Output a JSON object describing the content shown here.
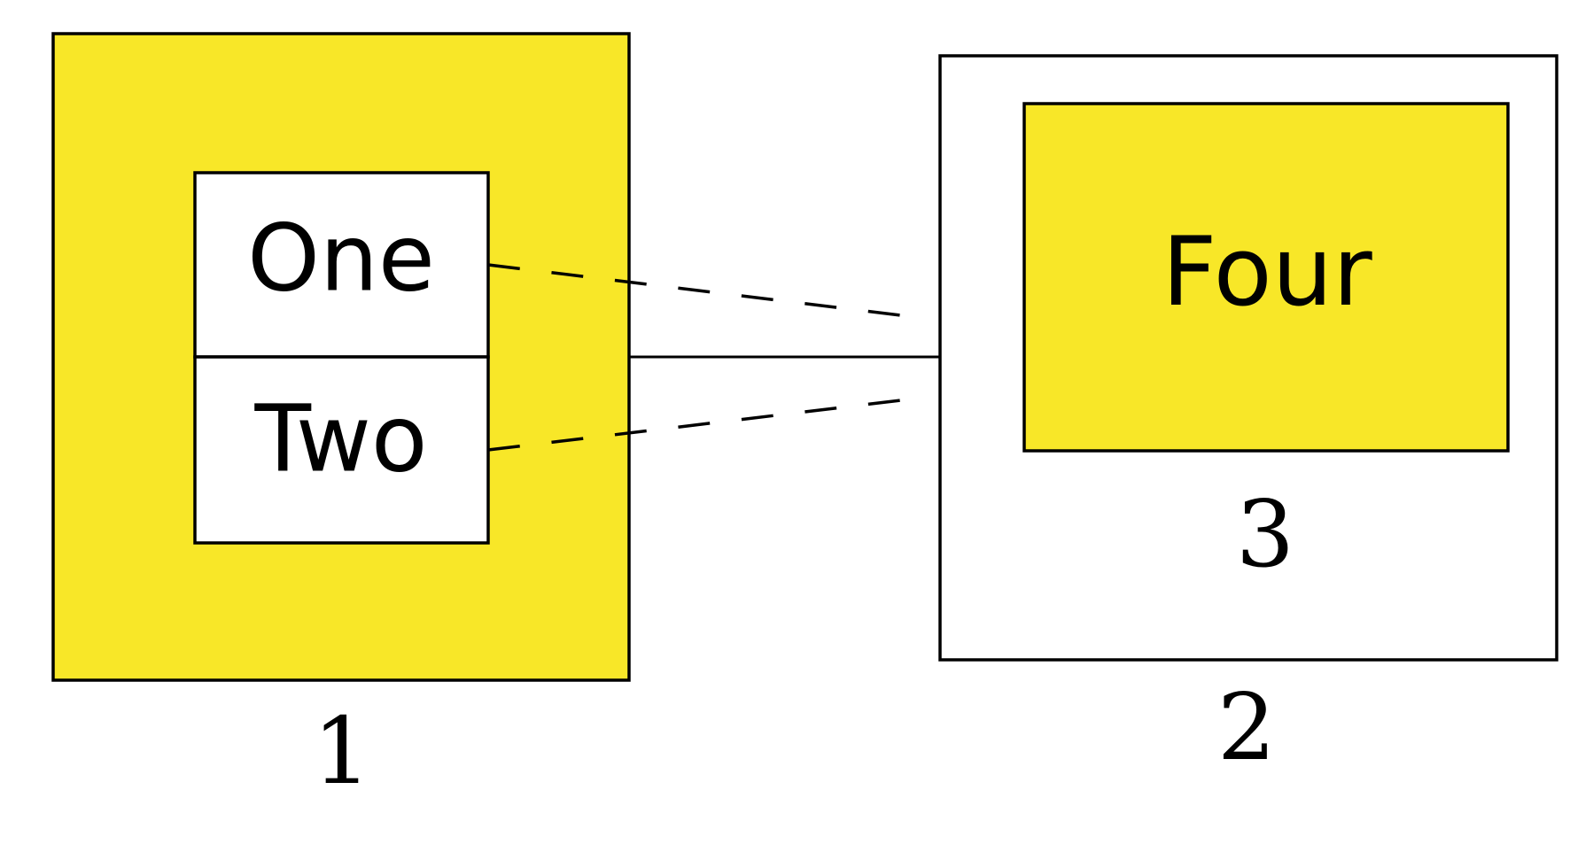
{
  "colors": {
    "yellow_fill": "#f8e728",
    "white_fill": "#ffffff",
    "stroke": "#000000"
  },
  "boxes": {
    "box_1": {
      "label": "1",
      "fill": "yellow"
    },
    "box_one": {
      "label": "One",
      "fill": "white"
    },
    "box_two": {
      "label": "Two",
      "fill": "white"
    },
    "box_2": {
      "label": "2",
      "fill": "white"
    },
    "box_3": {
      "label": "3",
      "fill": "white"
    },
    "box_four": {
      "label": "Four",
      "fill": "yellow"
    }
  },
  "connectors": [
    {
      "from": "box_1",
      "to": "box_2",
      "style": "solid"
    },
    {
      "from": "box_one",
      "to": "box_2",
      "style": "dashed"
    },
    {
      "from": "box_two",
      "to": "box_2",
      "style": "dashed"
    }
  ]
}
